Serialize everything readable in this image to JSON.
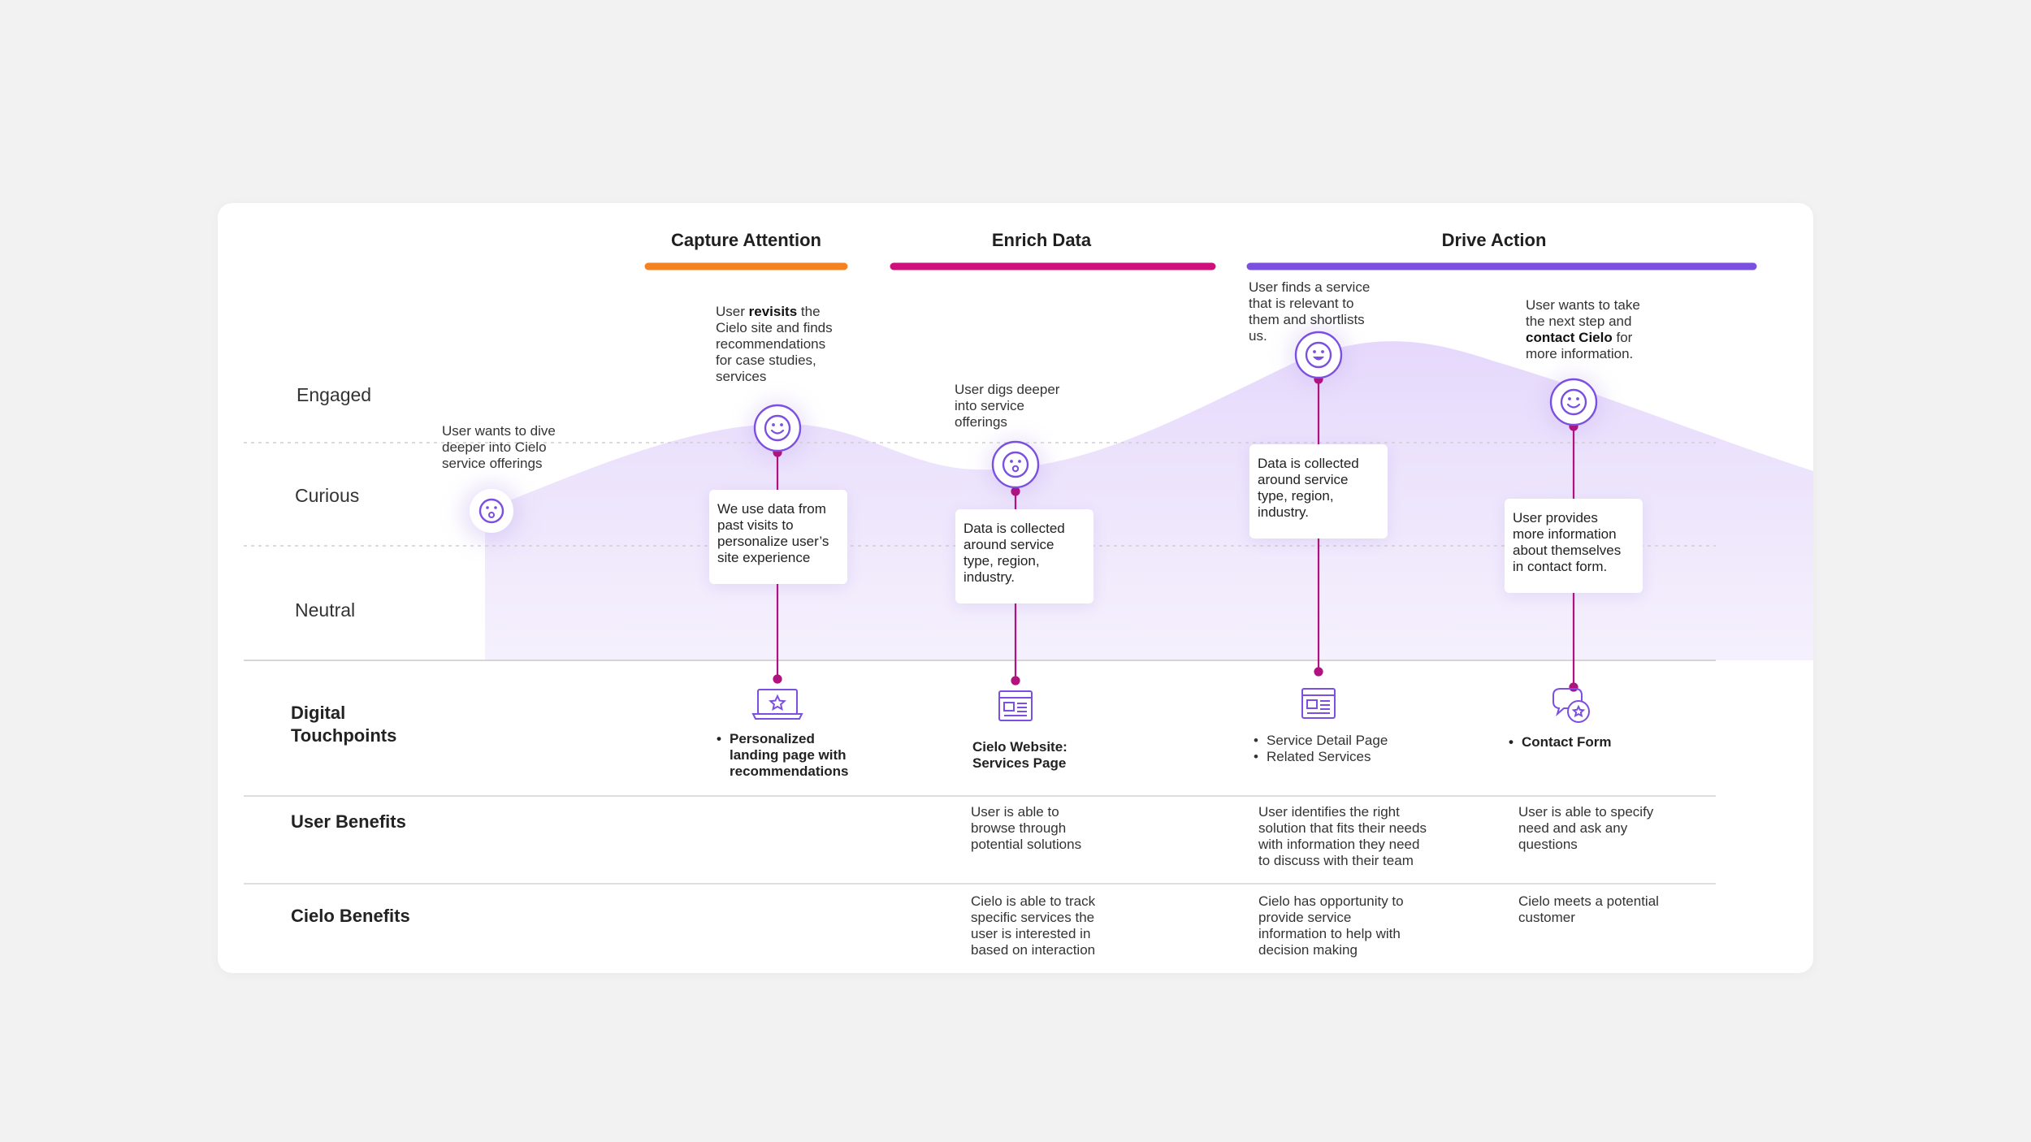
{
  "phases": [
    {
      "title": "Capture Attention",
      "color": "#f58220"
    },
    {
      "title": "Enrich Data",
      "color": "#d0107a"
    },
    {
      "title": "Drive Action",
      "color": "#7b4fe0"
    }
  ],
  "rows": {
    "engaged": "Engaged",
    "curious": "Curious",
    "neutral": "Neutral"
  },
  "sections": {
    "touchpoints": [
      "Digital",
      "Touchpoints"
    ],
    "user_benefits": "User Benefits",
    "cielo_benefits": "Cielo Benefits"
  },
  "steps": [
    {
      "emotion_icon": "surprised-face-icon",
      "annotation": [
        "User wants to dive",
        "deeper into Cielo",
        "service offerings"
      ]
    },
    {
      "emotion_icon": "smiling-face-icon",
      "annotation": {
        "prefix": "User ",
        "bold": "revisits",
        "suffix": " the",
        "lines": [
          "Cielo site and finds",
          "recommendations",
          "for case studies,",
          "services"
        ]
      },
      "box": [
        "We use data from",
        "past visits to",
        "personalize user’s",
        "site experience"
      ],
      "touchpoint_icon": "laptop-star-icon",
      "touchpoint": [
        "Personalized",
        "landing page with",
        "recommendations"
      ]
    },
    {
      "emotion_icon": "surprised-face-icon",
      "annotation": [
        "User digs deeper",
        "into service",
        "offerings"
      ],
      "box": [
        "Data is collected",
        "around service",
        "type,  region,",
        "industry."
      ],
      "touchpoint_icon": "webpage-icon",
      "touchpoint": [
        "Cielo Website:",
        "Services Page"
      ],
      "user_benefit": [
        "User is able to",
        "browse through",
        "potential solutions"
      ],
      "cielo_benefit": [
        "Cielo is able to track",
        "specific services the",
        "user is interested in",
        "based on interaction"
      ]
    },
    {
      "emotion_icon": "grinning-face-icon",
      "annotation": [
        "User finds a service",
        "that is relevant to",
        "them and shortlists",
        "us."
      ],
      "box": [
        "Data is collected",
        "around service",
        "type,  region,",
        "industry."
      ],
      "touchpoint_icon": "webpage-icon",
      "touchpoint": [
        "Service Detail Page",
        "Related Services"
      ],
      "user_benefit": [
        "User identifies the right",
        "solution that fits their needs",
        "with information they need",
        "to discuss with their team"
      ],
      "cielo_benefit": [
        "Cielo has opportunity to",
        "provide service",
        "information to help with",
        "decision making"
      ]
    },
    {
      "emotion_icon": "smiling-face-icon",
      "annotation": {
        "lines_before": [
          "User wants to take",
          "the next step and"
        ],
        "bold": "contact Cielo",
        "suffix": " for",
        "lines": [
          "more information."
        ]
      },
      "box": [
        "User provides",
        "more information",
        "about themselves",
        "in contact form."
      ],
      "touchpoint_icon": "chat-star-icon",
      "touchpoint": [
        "Contact Form"
      ],
      "user_benefit": [
        "User is able to specify",
        "need and ask any",
        "questions"
      ],
      "cielo_benefit": [
        "Cielo meets a potential",
        "customer"
      ]
    }
  ],
  "colors": {
    "connector": "#b0127f",
    "icon": "#7b4fe0",
    "curve_fill": "#e9defd",
    "divider": "#c9c9c9"
  }
}
